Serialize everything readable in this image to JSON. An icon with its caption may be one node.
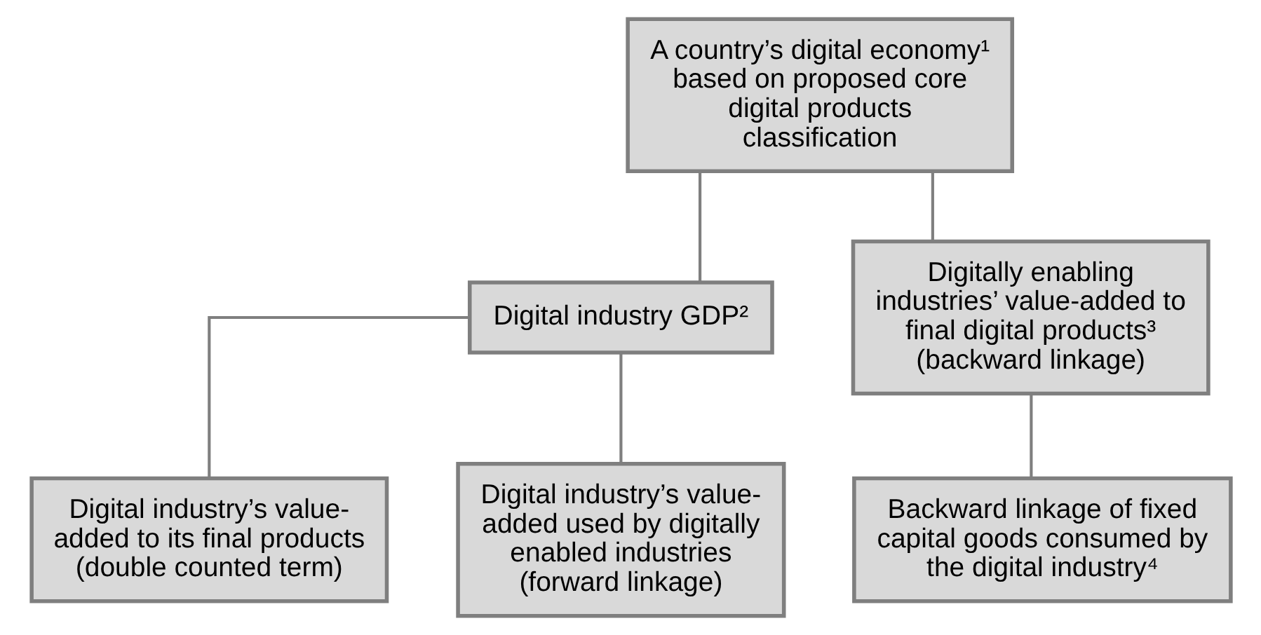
{
  "diagram": {
    "nodes": [
      {
        "text": [
          "A country’s digital economy¹ based on proposed core digital products classification"
        ]
      },
      {
        "text": [
          "Digital industry GDP²"
        ]
      },
      {
        "text": [
          "Digitally enabling industries’ value-added to final digital products³",
          "(backward linkage)"
        ]
      },
      {
        "text": [
          "Digital industry’s value-added to its final products",
          "(double counted term)"
        ]
      },
      {
        "text": [
          "Digital industry’s value-added used by digitally enabled industries",
          "(forward linkage)"
        ]
      },
      {
        "text": [
          "Backward linkage of fixed capital goods consumed by the digital industry⁴"
        ]
      }
    ],
    "edges": [
      {
        "from": 0,
        "to": 1,
        "arrow": "none"
      },
      {
        "from": 0,
        "to": 2,
        "arrow": "none"
      },
      {
        "from": 1,
        "to": 3,
        "arrow": "none"
      },
      {
        "from": 1,
        "to": 4,
        "arrow": "none"
      },
      {
        "from": 2,
        "to": 5,
        "arrow": "none"
      }
    ]
  }
}
